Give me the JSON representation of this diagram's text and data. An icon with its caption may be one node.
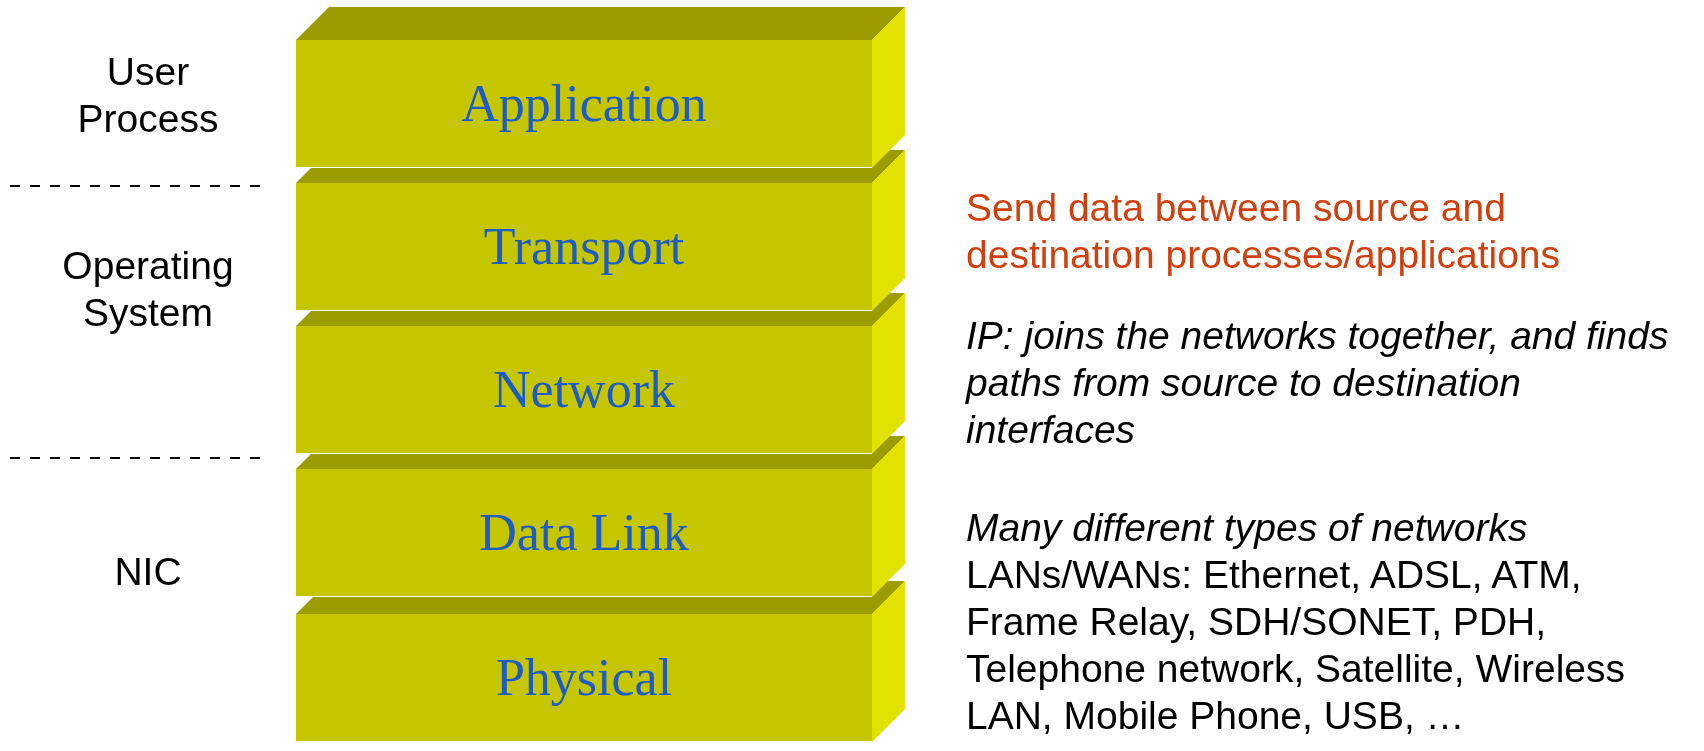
{
  "diagram": {
    "nodes": [
      {
        "text": [
          "Application"
        ]
      },
      {
        "text": [
          "Transport"
        ]
      },
      {
        "text": [
          "Network"
        ]
      },
      {
        "text": [
          "Data Link"
        ]
      },
      {
        "text": [
          "Physical"
        ]
      }
    ],
    "labels": [
      "User Process",
      "Operating System",
      "NIC",
      "Send data between source and destination processes/applications",
      "IP: joins the networks together, and finds paths from source to destination interfaces",
      "Many different types of networks",
      "LANs/WANs: Ethernet, ADSL, ATM, Frame Relay, SDH/SONET, PDH, Telephone network, Satellite, Wireless LAN, Mobile Phone, USB, …"
    ]
  }
}
